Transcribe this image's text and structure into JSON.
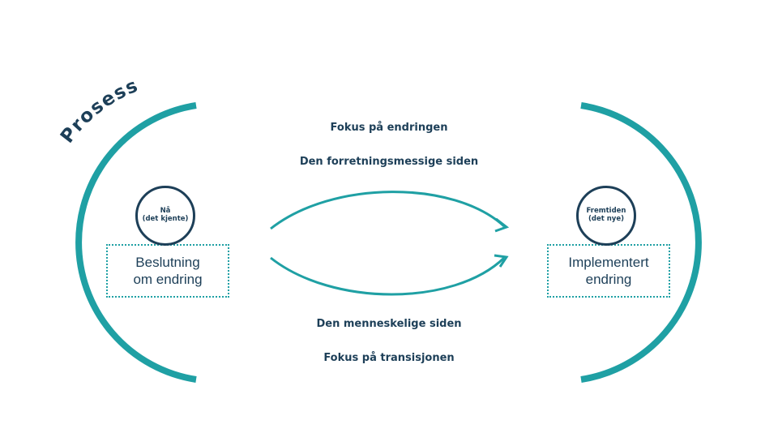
{
  "process": {
    "title": "Prosess"
  },
  "labels": {
    "focus_change": "Fokus på endringen",
    "business_side": "Den forretningsmessige siden",
    "human_side": "Den menneskelige siden",
    "focus_transition": "Fokus på transisjonen"
  },
  "current_state": {
    "circle_line1": "Nå",
    "circle_line2": "(det kjente)",
    "box_line1": "Beslutning",
    "box_line2": "om endring"
  },
  "future_state": {
    "circle_line1": "Fremtiden",
    "circle_line2": "(det nye)",
    "box_line1": "Implementert",
    "box_line2": "endring"
  },
  "colors": {
    "teal": "#1fa0a4",
    "navy": "#1d3f58"
  }
}
